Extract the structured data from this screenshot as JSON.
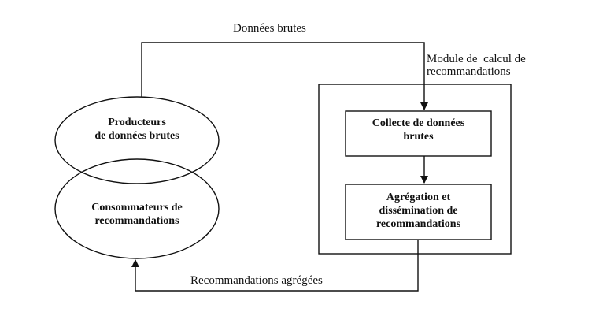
{
  "edges": {
    "top_label": "Données brutes",
    "bottom_label": "Recommandations agrégées"
  },
  "module": {
    "label_line1": "Module de  calcul de",
    "label_line2": "recommandations"
  },
  "producers": {
    "line1": "Producteurs",
    "line2": "de données brutes"
  },
  "consumers": {
    "line1": "Consommateurs de",
    "line2": "recommandations"
  },
  "collect_box": {
    "line1": "Collecte de données",
    "line2": "brutes"
  },
  "aggregation_box": {
    "line1": "Agrégation et",
    "line2": "dissémination de",
    "line3": "recommandations"
  },
  "colors": {
    "stroke": "#111111",
    "background": "#ffffff"
  }
}
